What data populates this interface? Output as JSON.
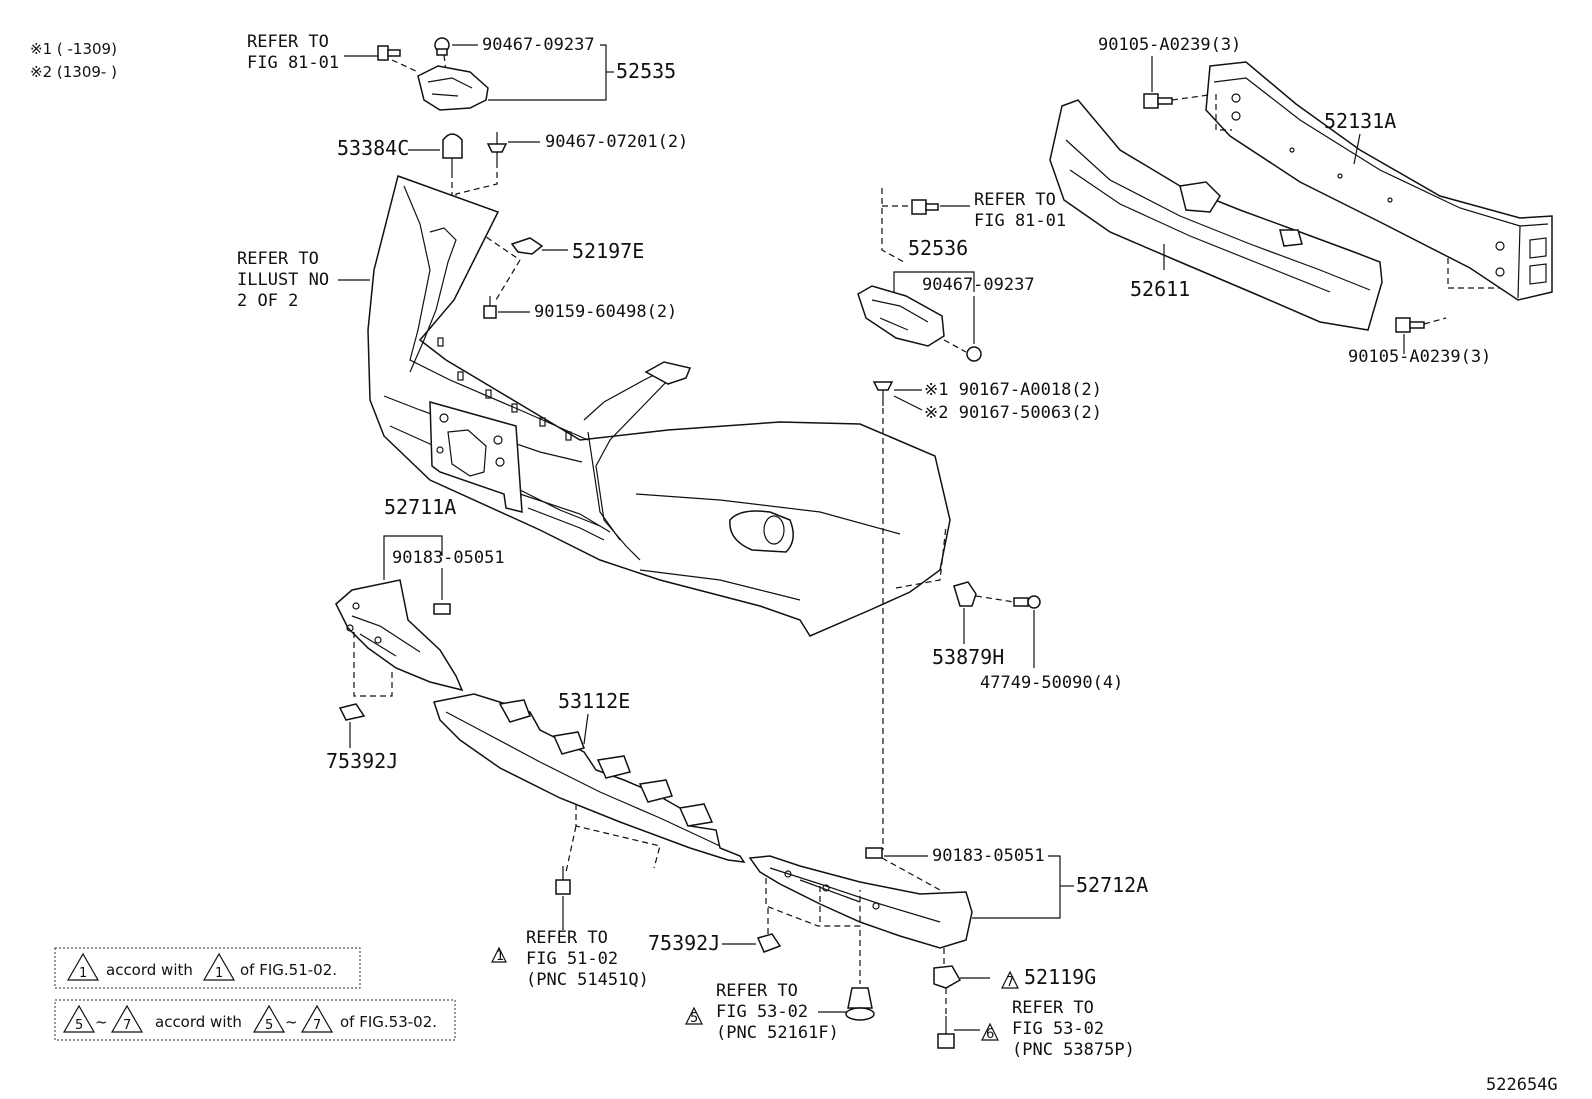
{
  "notes": {
    "note1": "※1 (      -1309)",
    "note2": "※2 (1309-      )"
  },
  "labels": {
    "refer_fig8101_top_a": "REFER TO",
    "refer_fig8101_top_b": "FIG 81-01",
    "p90467_09237_top": "90467-09237",
    "p52535": "52535",
    "p53384C": "53384C",
    "p90467_07201": "90467-07201(2)",
    "refer_illust_a": "REFER TO",
    "refer_illust_b": "ILLUST NO",
    "refer_illust_c": "2 OF 2",
    "p52197E": "52197E",
    "p90159_60498": "90159-60498(2)",
    "p90105_A0239_top": "90105-A0239(3)",
    "p52131A": "52131A",
    "p52611": "52611",
    "p90105_A0239_bot": "90105-A0239(3)",
    "refer_fig8101_mid_a": "REFER TO",
    "refer_fig8101_mid_b": "FIG 81-01",
    "p52536": "52536",
    "p90467_09237_mid": "90467-09237",
    "p90167_A0018": "※1 90167-A0018(2)",
    "p90167_50063": "※2 90167-50063(2)",
    "p52711A": "52711A",
    "p90183_05051_left": "90183-05051",
    "p53879H": "53879H",
    "p47749_50090": "47749-50090(4)",
    "p53112E": "53112E",
    "p75392J_left": "75392J",
    "p90183_05051_right": "90183-05051",
    "p52712A": "52712A",
    "refer_fig5102_a": "REFER TO",
    "refer_fig5102_b": "FIG 51-02",
    "refer_fig5102_c": "(PNC 51451Q)",
    "p75392J_right": "75392J",
    "refer_fig5302_5_a": "REFER TO",
    "refer_fig5302_5_b": "FIG 53-02",
    "refer_fig5302_5_c": "(PNC 52161F)",
    "p52119G": "52119G",
    "refer_fig5302_6_a": "REFER TO",
    "refer_fig5302_6_b": "FIG 53-02",
    "refer_fig5302_6_c": "(PNC 53875P)",
    "figure_id": "522654G"
  },
  "markers": {
    "m1": "1",
    "m5": "5",
    "m6": "6",
    "m7": "7"
  },
  "legend": {
    "row1_prefix": "accord with",
    "row1_suffix": "of FIG.51-02.",
    "row2_tilde": "~",
    "row2_prefix": "accord with",
    "row2_suffix": "of FIG.53-02."
  }
}
